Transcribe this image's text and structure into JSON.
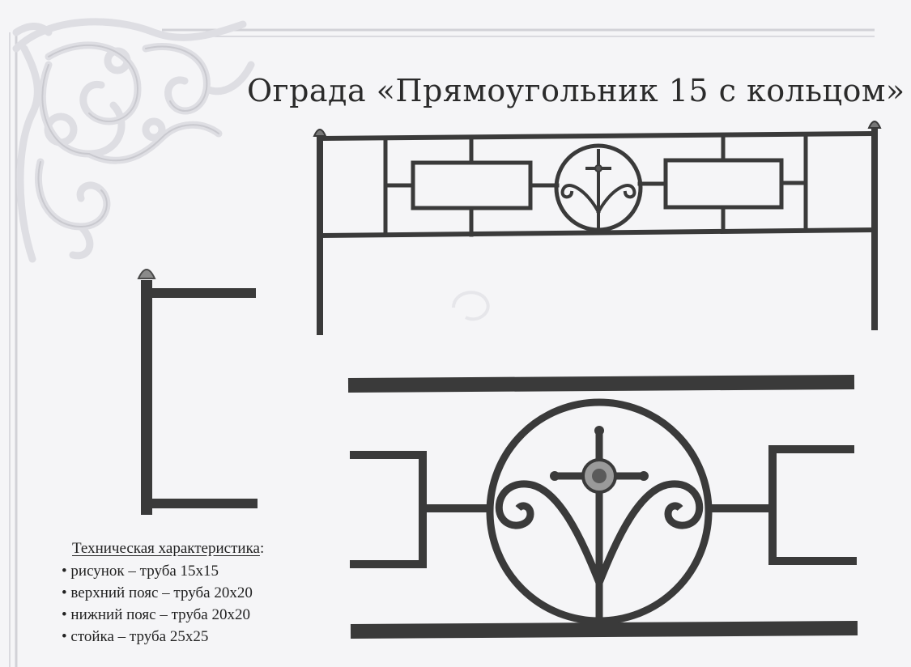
{
  "title": "Ограда «Прямоугольник 15 с кольцом»",
  "specs": {
    "heading": "Техническая характеристика",
    "heading_suffix": ":",
    "items": [
      "рисунок – труба 15х15",
      "верхний пояс – труба 20х20",
      "нижний пояс – труба 20х20",
      "стойка – труба 25х25"
    ]
  },
  "colors": {
    "background": "#f5f5f7",
    "metal": "#3a3a3a",
    "ornament": "#e2e2e6",
    "frame_line": "#cfcfd4"
  },
  "icons": [
    "ornamental-corner-scroll",
    "fence-panel",
    "fence-post-side-view",
    "fence-section-detail",
    "cross-with-boss"
  ]
}
